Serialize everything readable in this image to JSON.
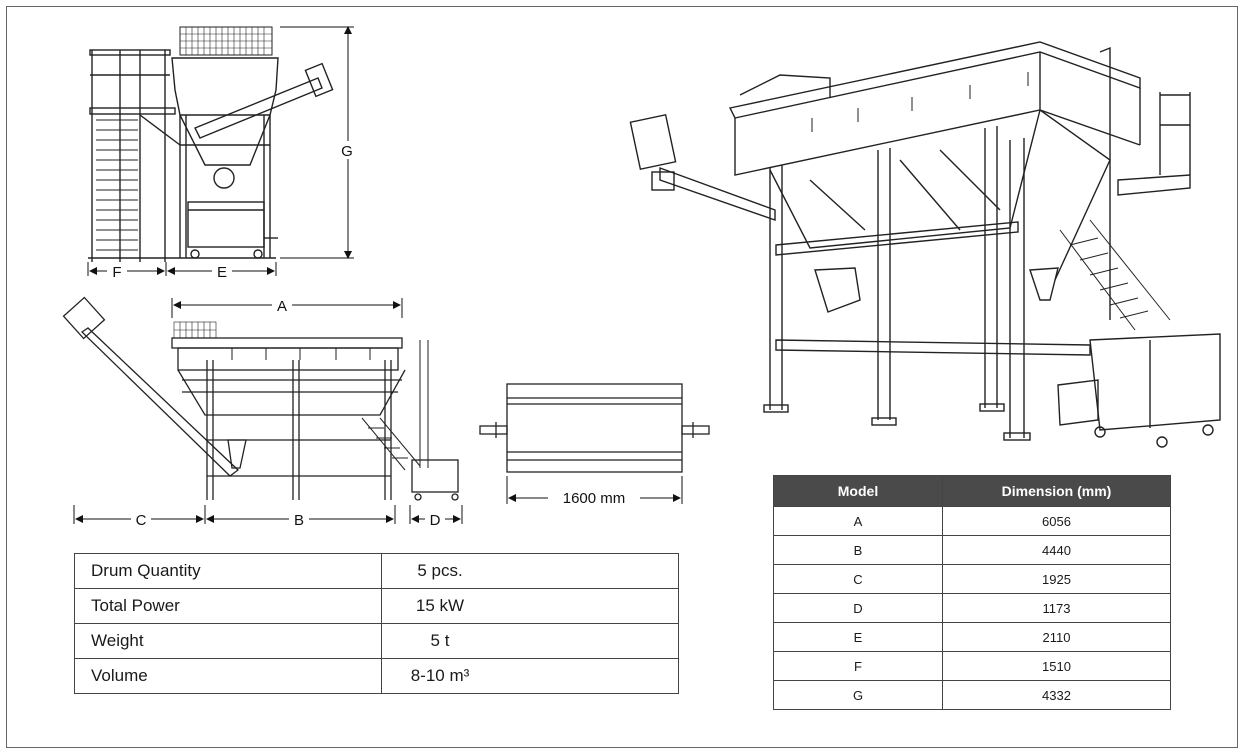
{
  "dimension_labels": {
    "a": "A",
    "b": "B",
    "c": "C",
    "d": "D",
    "e": "E",
    "f": "F",
    "g": "G",
    "width_note": "1600 mm"
  },
  "specs": {
    "rows": [
      {
        "label": "Drum Quantity",
        "value": "5 pcs."
      },
      {
        "label": "Total Power",
        "value": "15 kW"
      },
      {
        "label": "Weight",
        "value": "5 t"
      },
      {
        "label": "Volume",
        "value": "8-10 m³"
      }
    ]
  },
  "dimension_table": {
    "headers": {
      "model": "Model",
      "dimension": "Dimension (mm)"
    },
    "rows": [
      {
        "model": "A",
        "value": "6056"
      },
      {
        "model": "B",
        "value": "4440"
      },
      {
        "model": "C",
        "value": "1925"
      },
      {
        "model": "D",
        "value": "1173"
      },
      {
        "model": "E",
        "value": "2110"
      },
      {
        "model": "F",
        "value": "1510"
      },
      {
        "model": "G",
        "value": "4332"
      }
    ]
  }
}
